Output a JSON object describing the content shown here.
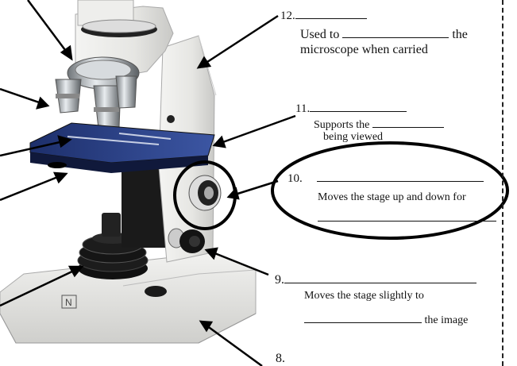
{
  "labels": {
    "item12": {
      "number": "12.",
      "line1_pre": "Used to",
      "line1_post": "the",
      "line2": "microscope when carried"
    },
    "item11": {
      "number": "11.",
      "line1": "Supports the",
      "line2": "being viewed"
    },
    "item10": {
      "number": "10.",
      "line1": "Moves the stage up and down for"
    },
    "item9": {
      "number": "9.",
      "line1": "Moves the stage slightly to",
      "line2_post": "the image"
    },
    "item8": {
      "number": "8."
    }
  },
  "logo_text": "N"
}
